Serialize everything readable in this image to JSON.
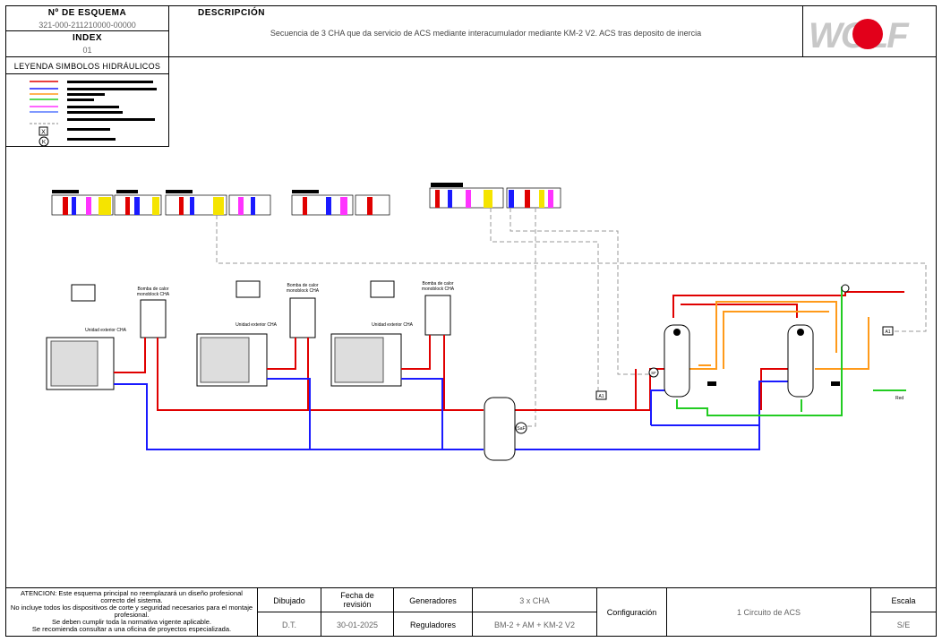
{
  "header": {
    "scheme_number_label": "Nº DE ESQUEMA",
    "scheme_number_value": "321-000-211210000-00000",
    "index_label": "INDEX",
    "index_value": "01",
    "description_label": "DESCRIPCIÓN",
    "description_text": "Secuencia de 3 CHA que da servicio de ACS mediante interacumulador mediante KM-2 V2. ACS tras deposito de inercia",
    "logo_text": "WOLF"
  },
  "legend": {
    "title": "LEYENDA SIMBOLOS HIDRÁULICOS",
    "lines": [
      {
        "color": "#e00000"
      },
      {
        "color": "#1a1aff"
      },
      {
        "color": "#ff9a1a"
      },
      {
        "color": "#22cc22"
      },
      {
        "color": "#ff33ff"
      },
      {
        "color": "#5577ff"
      },
      {
        "color": "#888888"
      }
    ],
    "symbols": [
      "X",
      "K"
    ]
  },
  "diagram": {
    "unit_label": "Unidad exterior CHA",
    "hydro_label_1": "Bomba de calor",
    "hydro_label_2": "monoblock CHA",
    "sensor_a1": "A1",
    "sensor_sf": "SaF",
    "sensor_sf2": "SF",
    "red_label": "Red"
  },
  "footer": {
    "warning_lines": [
      "ATENCION: Este esquema principal no reemplazará un diseño profesional correcto del sistema.",
      "No incluye todos los dispositivos de corte y seguridad necesarios para el montaje profesional.",
      "Se deben cumplir toda la normativa vigente aplicable.",
      "Se recomienda consultar a una oficina de proyectos especializada."
    ],
    "drawn_label": "Dibujado",
    "drawn_value": "D.T.",
    "date_label": "Fecha de revisión",
    "date_value": "30-01-2025",
    "generators_label": "Generadores",
    "generators_value": "3 x CHA",
    "regulators_label": "Reguladores",
    "regulators_value": "BM-2 + AM + KM-2 V2",
    "config_label": "Configuración",
    "config_value": "1 Circuito de ACS",
    "scale_label": "Escala",
    "scale_value": "S/E"
  },
  "colors": {
    "flow": "#e00000",
    "return": "#1a1aff",
    "dhw_hot": "#ff9a1a",
    "cold_water": "#22cc22",
    "control": "#999999",
    "logo_red": "#e2001a"
  }
}
